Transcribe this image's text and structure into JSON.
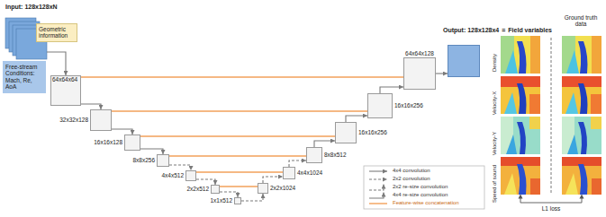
{
  "diagram": {
    "nodes": [
      {
        "text": [
          "Input: 128x128xN"
        ]
      },
      {
        "text": [
          "Geometric information"
        ]
      },
      {
        "text": [
          "Free-stream Conditions: Mach, Re, AoA"
        ]
      },
      {
        "text": [
          "64x64x64"
        ]
      },
      {
        "text": [
          "32x32x128"
        ]
      },
      {
        "text": [
          "16x16x128"
        ]
      },
      {
        "text": [
          "8x8x256"
        ]
      },
      {
        "text": [
          "4x4x512"
        ]
      },
      {
        "text": [
          "2x2x512"
        ]
      },
      {
        "text": [
          "1x1x512"
        ]
      },
      {
        "text": [
          "2x2x1024"
        ]
      },
      {
        "text": [
          "4x4x1024"
        ]
      },
      {
        "text": [
          "8x8x512"
        ]
      },
      {
        "text": [
          "16x16x256"
        ]
      },
      {
        "text": [
          "16x16x256"
        ]
      },
      {
        "text": [
          "64x64x128"
        ]
      },
      {
        "text": [
          "Output: 128x128x4"
        ]
      }
    ],
    "edges": [
      {
        "from": 0,
        "to": 3,
        "arrow": "to"
      },
      {
        "from": 3,
        "to": 4,
        "arrow": "to"
      },
      {
        "from": 4,
        "to": 5,
        "arrow": "to"
      },
      {
        "from": 5,
        "to": 6,
        "arrow": "to"
      },
      {
        "from": 6,
        "to": 7,
        "arrow": "to"
      },
      {
        "from": 7,
        "to": 8,
        "arrow": "to"
      },
      {
        "from": 8,
        "to": 9,
        "arrow": "to"
      },
      {
        "from": 9,
        "to": 10,
        "arrow": "to"
      },
      {
        "from": 10,
        "to": 11,
        "arrow": "to"
      },
      {
        "from": 11,
        "to": 12,
        "arrow": "to"
      },
      {
        "from": 12,
        "to": 13,
        "arrow": "to"
      },
      {
        "from": 13,
        "to": 14,
        "arrow": "to"
      },
      {
        "from": 14,
        "to": 15,
        "arrow": "to"
      },
      {
        "from": 15,
        "to": 16,
        "arrow": "to"
      },
      {
        "from": 3,
        "to": 15,
        "arrow": "none"
      },
      {
        "from": 4,
        "to": 14,
        "arrow": "none"
      },
      {
        "from": 5,
        "to": 13,
        "arrow": "none"
      },
      {
        "from": 6,
        "to": 12,
        "arrow": "none"
      },
      {
        "from": 7,
        "to": 11,
        "arrow": "none"
      },
      {
        "from": 8,
        "to": 10,
        "arrow": "none"
      }
    ],
    "labels": [
      "=",
      "Field variables",
      "Ground truth data",
      "Density",
      "Velocity-X",
      "Velocity-Y",
      "Speed of sound",
      "L1 loss"
    ],
    "legend": [
      {
        "text": "4x4 convolution"
      },
      {
        "text": "2x2 convolution"
      },
      {
        "text": "2x2 re-size convolution"
      },
      {
        "text": "4x4 re-size convolution"
      },
      {
        "text": "Feature-wise concatenation"
      }
    ]
  }
}
